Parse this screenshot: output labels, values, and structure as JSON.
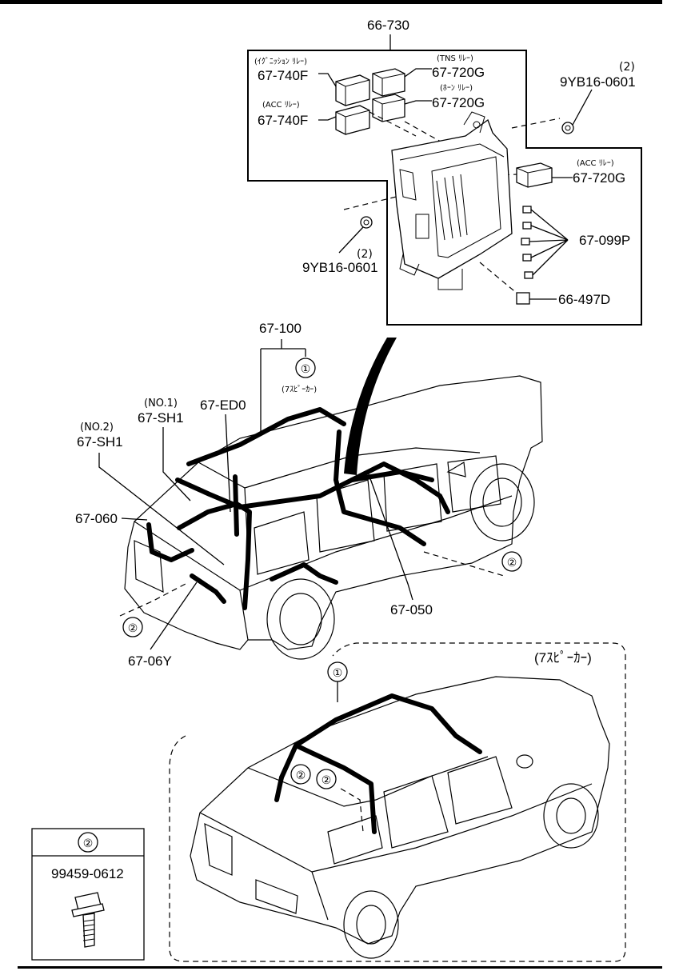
{
  "relay_box": {
    "main_part": "66-730",
    "ignition_relay_note": "(ｲｸﾞﾆｯｼｮﾝ ﾘﾚｰ)",
    "ignition_relay_part": "67-740F",
    "acc_relay_note_left": "(ACC ﾘﾚｰ)",
    "acc_relay_part_left": "67-740F",
    "tns_relay_note": "(TNS ﾘﾚｰ)",
    "tns_relay_part": "67-720G",
    "horn_relay_note": "(ﾎｰﾝ ﾘﾚｰ)",
    "horn_relay_part": "67-720G",
    "nut_top_qty": "(2)",
    "nut_top_part": "9YB16-0601",
    "acc_relay_note_right": "(ACC ﾘﾚｰ)",
    "acc_relay_part_right": "67-720G",
    "nut_bottom_qty": "(2)",
    "nut_bottom_part": "9YB16-0601",
    "fuse_part": "67-099P",
    "clip_part": "66-497D"
  },
  "harness": {
    "rear_harness": "67-100",
    "circle_1": "①",
    "seven_speaker_note": "(7ｽﾋﾟｰｶｰ)",
    "sh1_no1_note": "(NO.1)",
    "sh1_no1_part": "67-SH1",
    "ed0_part": "67-ED0",
    "sh1_no2_note": "(NO.2)",
    "sh1_no2_part": "67-SH1",
    "part_060": "67-060",
    "part_050": "67-050",
    "part_06y": "67-06Y",
    "circle_2": "②"
  },
  "inset": {
    "title": "(7ｽﾋﾟｰｶｰ)",
    "circle_1": "①",
    "circle_2": "②"
  },
  "bolt_box": {
    "circle_2": "②",
    "part": "99459-0612"
  }
}
